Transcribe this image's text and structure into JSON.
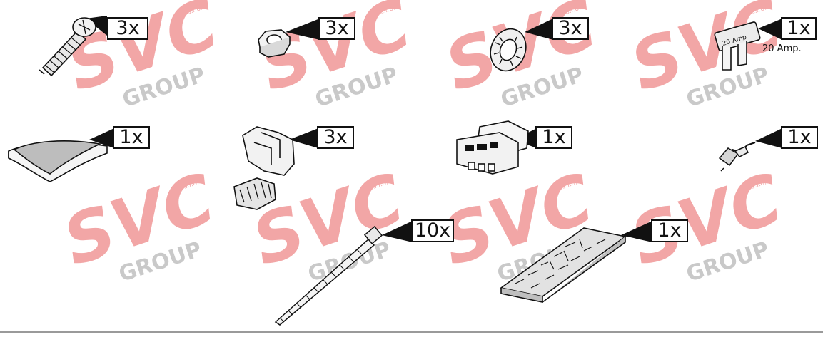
{
  "watermark": {
    "brand": "SVC",
    "sub": "GROUP",
    "mark": "s.r.o.",
    "color": "#f2a6a6"
  },
  "parts": [
    {
      "name": "screw",
      "qty": "3x"
    },
    {
      "name": "nut",
      "qty": "3x"
    },
    {
      "name": "lock-washer",
      "qty": "3x"
    },
    {
      "name": "fuse",
      "qty": "1x",
      "note": "20 Amp.",
      "label": "20 Amp"
    },
    {
      "name": "adhesive-pad",
      "qty": "1x"
    },
    {
      "name": "cable-clip",
      "qty": "3x"
    },
    {
      "name": "connector",
      "qty": "1x"
    },
    {
      "name": "wire-terminal",
      "qty": "1x"
    },
    {
      "name": "cable-tie",
      "qty": "10x"
    },
    {
      "name": "velcro-strip",
      "qty": "1x"
    }
  ]
}
